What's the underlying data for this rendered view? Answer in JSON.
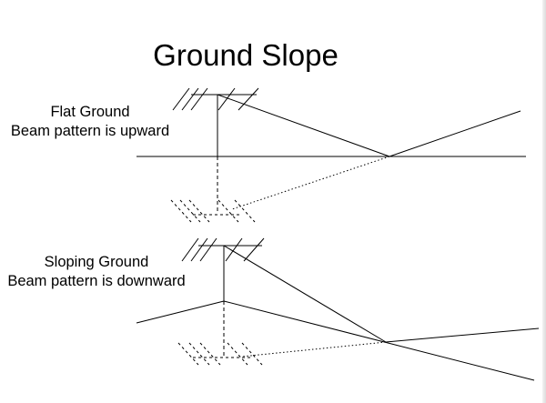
{
  "title": "Ground Slope",
  "flat": {
    "line1": "Flat Ground",
    "line2": "Beam pattern is upward"
  },
  "sloping": {
    "line1": "Sloping Ground",
    "line2": "Beam pattern is downward"
  }
}
